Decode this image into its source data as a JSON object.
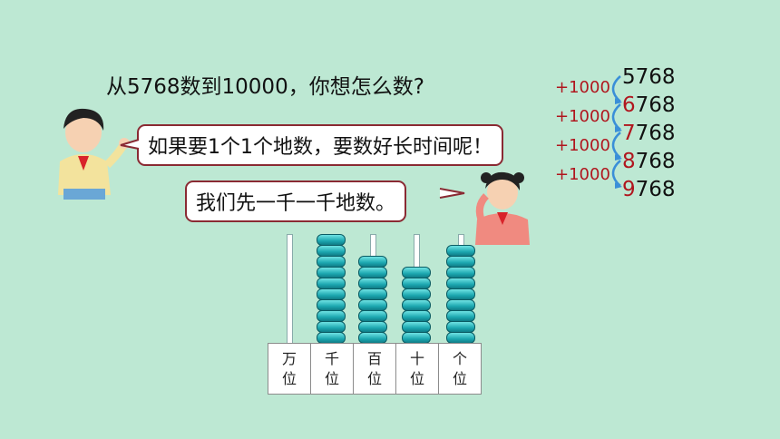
{
  "question": "从5768数到10000，你想怎么数?",
  "bubble_boy": "如果要1个1个地数，要数好长时间呢！",
  "bubble_girl": "我们先一千一千地数。",
  "sequence": [
    {
      "first": "5",
      "rest": "768"
    },
    {
      "first": "6",
      "rest": "768"
    },
    {
      "first": "7",
      "rest": "768"
    },
    {
      "first": "8",
      "rest": "768"
    },
    {
      "first": "9",
      "rest": "768"
    }
  ],
  "increments": [
    "+1000",
    "+1000",
    "+1000",
    "+1000"
  ],
  "abacus": {
    "places": [
      {
        "top": "万",
        "bottom": "位",
        "beads": 0
      },
      {
        "top": "千",
        "bottom": "位",
        "beads": 10
      },
      {
        "top": "百",
        "bottom": "位",
        "beads": 8
      },
      {
        "top": "十",
        "bottom": "位",
        "beads": 7
      },
      {
        "top": "个",
        "bottom": "位",
        "beads": 9
      }
    ]
  },
  "colors": {
    "background": "#bde8d3",
    "accent": "#b0161e",
    "bead": "#1ca7b0",
    "bubble_border": "#8a2a33"
  }
}
